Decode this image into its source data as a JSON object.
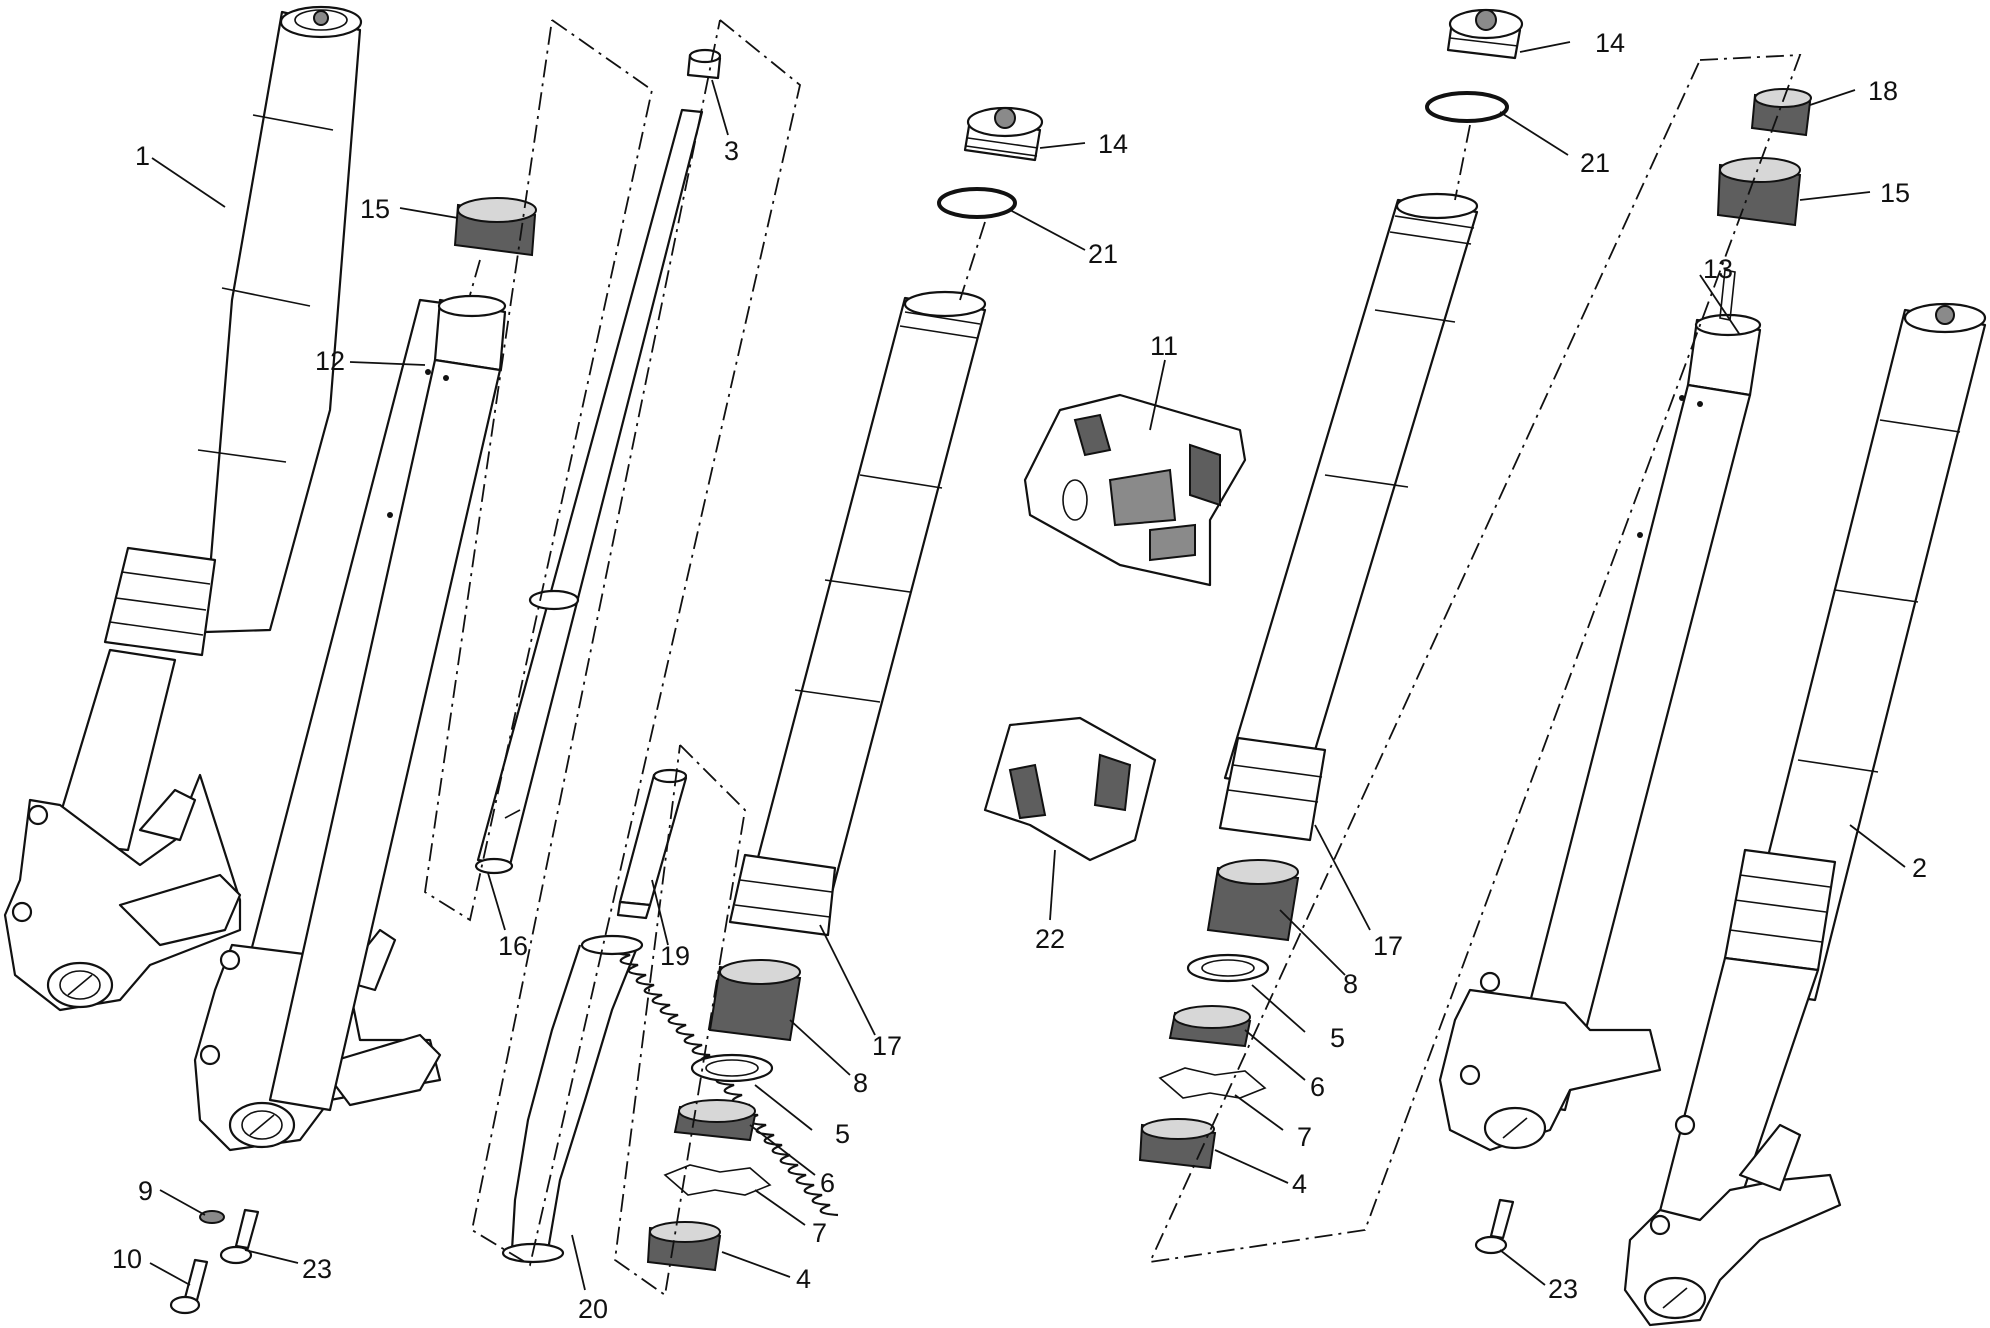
{
  "diagram": {
    "callouts": {
      "c1": "1",
      "c2": "2",
      "c3": "3",
      "c4a": "4",
      "c4b": "4",
      "c5a": "5",
      "c5b": "5",
      "c6a": "6",
      "c6b": "6",
      "c7a": "7",
      "c7b": "7",
      "c8a": "8",
      "c8b": "8",
      "c9": "9",
      "c10": "10",
      "c11": "11",
      "c12": "12",
      "c13": "13",
      "c14a": "14",
      "c14b": "14",
      "c15a": "15",
      "c15b": "15",
      "c16": "16",
      "c17a": "17",
      "c17b": "17",
      "c18": "18",
      "c19": "19",
      "c20": "20",
      "c21a": "21",
      "c21b": "21",
      "c22": "22",
      "c23a": "23",
      "c23b": "23"
    }
  }
}
